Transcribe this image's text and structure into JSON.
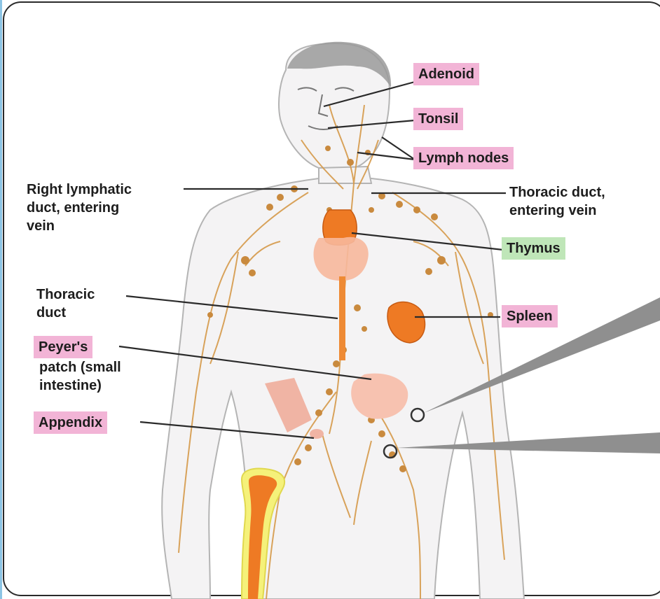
{
  "labels": {
    "adenoid": "Adenoid",
    "tonsil": "Tonsil",
    "lymph_nodes": "Lymph nodes",
    "right_lymphatic_duct": "Right lymphatic\nduct, entering\nvein",
    "thoracic_duct_vein": "Thoracic duct,\nentering vein",
    "thymus": "Thymus",
    "thoracic_duct": "Thoracic\nduct",
    "spleen": "Spleen",
    "peyers_patch_highlight": "Peyer's",
    "peyers_patch_rest": "patch (small\nintestine)",
    "appendix": "Appendix"
  },
  "colors": {
    "highlight_pink": "#f2b4d6",
    "highlight_green": "#bfe6b8",
    "lymph_vessel": "#d69a4a",
    "organ_orange": "#ee7a24",
    "body_outline": "#b8b8b8",
    "frame_border": "#2a2a2a"
  }
}
